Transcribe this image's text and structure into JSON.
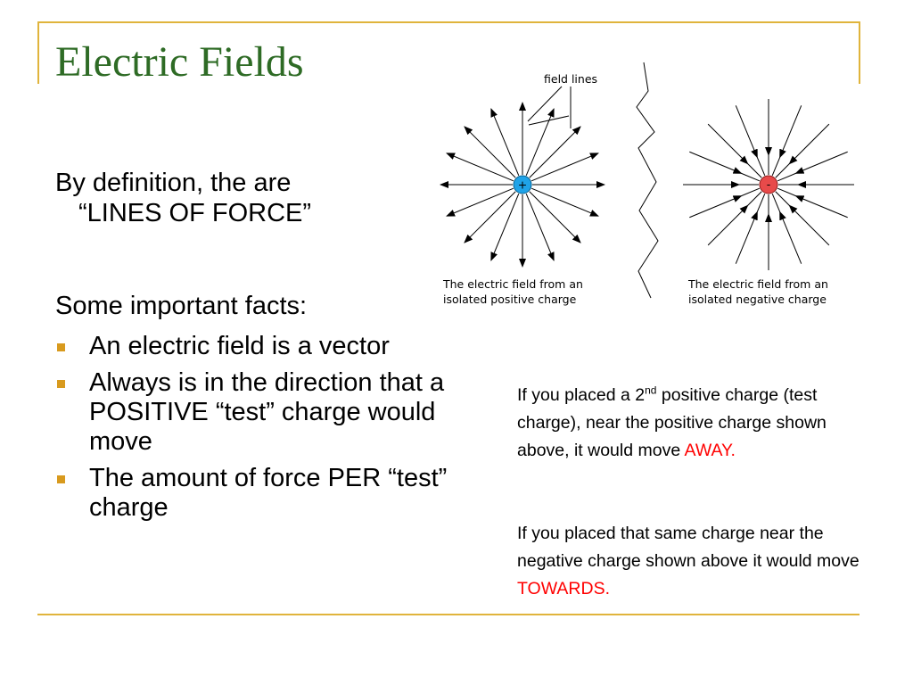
{
  "slide": {
    "title": "Electric Fields",
    "paragraph1_line1": "By definition, the are",
    "paragraph1_line2": "“LINES OF FORCE”",
    "paragraph2": "Some important facts:",
    "bullets": [
      "An electric field is a vector",
      "Always is in the direction that a POSITIVE “test” charge would move",
      "The amount of force PER “test” charge"
    ],
    "note1": {
      "text_a": "If you placed a 2",
      "superscript": "nd",
      "text_b": " positive charge (test charge), near the positive charge shown above, it would move ",
      "emphasis": "AWAY."
    },
    "note2": {
      "text": "If you placed that same charge near the negative charge shown above it would move ",
      "emphasis": "TOWARDS."
    }
  },
  "figure": {
    "field_lines_label": "field lines",
    "positive_symbol": "+",
    "negative_symbol": "-",
    "caption_left_line1": "The electric field from an",
    "caption_left_line2": "isolated positive charge",
    "caption_right_line1": "The electric field from an",
    "caption_right_line2": "isolated negative charge"
  },
  "colors": {
    "title": "#2e6b25",
    "frame": "#e0b43c",
    "bullet": "#d89a1e",
    "emphasis": "#ff0000",
    "positive_charge": "#1fa3e8",
    "negative_charge": "#e84a4a"
  }
}
